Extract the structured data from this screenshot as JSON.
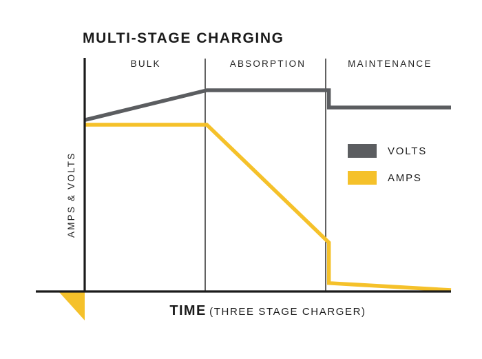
{
  "chart_data": {
    "type": "line",
    "title": "MULTI-STAGE CHARGING",
    "xlabel_main": "TIME",
    "xlabel_sub": "(THREE STAGE CHARGER)",
    "ylabel": "AMPS & VOLTS",
    "grid": false,
    "legend_position": "right-middle",
    "xlim": [
      0,
      3
    ],
    "ylim": [
      0,
      1
    ],
    "x_tick_labels": [],
    "y_tick_labels": [],
    "stages": [
      {
        "name": "BULK",
        "x_start": 0,
        "x_end": 1
      },
      {
        "name": "ABSORPTION",
        "x_start": 1,
        "x_end": 2
      },
      {
        "name": "MAINTENANCE",
        "x_start": 2,
        "x_end": 3
      }
    ],
    "series": [
      {
        "name": "VOLTS",
        "color": "#5b5d60",
        "points": [
          {
            "x": 0.0,
            "y": 0.736
          },
          {
            "x": 1.0,
            "y": 0.864
          },
          {
            "x": 2.0,
            "y": 0.864
          },
          {
            "x": 2.0,
            "y": 0.79
          },
          {
            "x": 3.0,
            "y": 0.79
          }
        ]
      },
      {
        "name": "AMPS",
        "color": "#f5c12a",
        "points": [
          {
            "x": 0.0,
            "y": 0.716
          },
          {
            "x": 1.0,
            "y": 0.716
          },
          {
            "x": 2.0,
            "y": 0.21
          },
          {
            "x": 2.0,
            "y": 0.036
          },
          {
            "x": 3.0,
            "y": 0.006
          }
        ]
      }
    ],
    "legend": [
      {
        "label": "VOLTS",
        "color": "#5b5d60"
      },
      {
        "label": "AMPS",
        "color": "#f5c12a"
      }
    ],
    "colors": {
      "volts": "#5b5d60",
      "amps": "#f5c12a",
      "axis": "#1b1b1b",
      "divider": "#3a3a3a",
      "text": "#1b1b1b",
      "background": "#ffffff"
    }
  }
}
